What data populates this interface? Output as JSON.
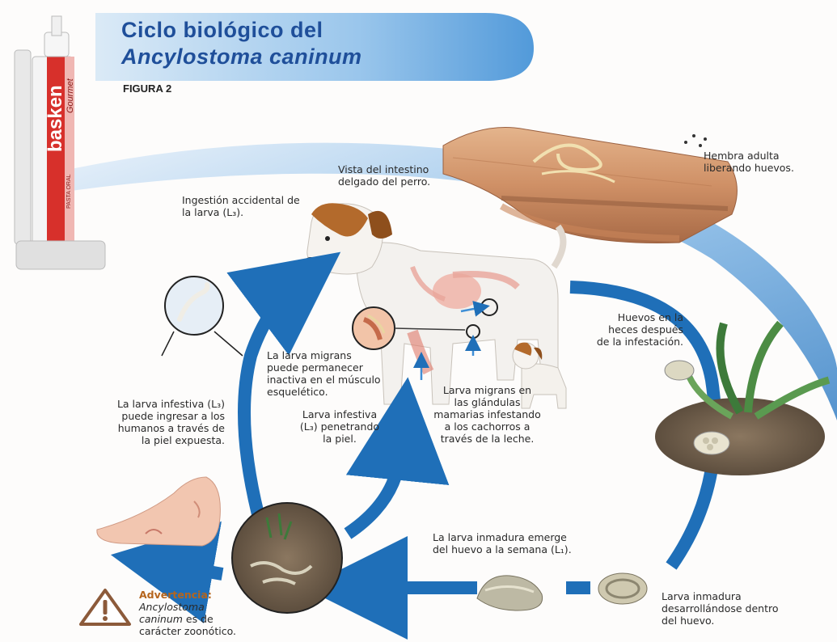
{
  "title": {
    "line1": "Ciclo biológico del",
    "line2": "Ancylostoma caninum",
    "figure_label": "FIGURA 2"
  },
  "product": {
    "brand": "basken",
    "sub_brand": "Gourmet",
    "type": "PASTA ORAL"
  },
  "labels": {
    "intestine_view": "Vista del intestino\ndelgado del perro.",
    "adult_female": "Hembra adulta\nliberando huevos.",
    "ingestion": "Ingestión accidental de\nla larva (L₃).",
    "eggs_feces": "Huevos en la\nheces después\nde la infestación.",
    "larva_migrans_muscle": "La larva migrans\npuede permanecer\ninactiva en el músculo\nesquelético.",
    "larva_migrans_mammary": "Larva migrans en\nlas glándulas\nmamarias infestando\na los cachorros a\ntravés de la leche.",
    "infective_human": "La larva infestiva (L₃)\npuede ingresar a los\nhumanos a través de\nla piel expuesta.",
    "infective_skin": "Larva infestiva\n(L₃) penetrando\nla piel.",
    "immature_emerges": "La larva inmadura emerge\ndel huevo a la semana (L₁).",
    "immature_developing": "Larva inmadura\ndesarrollándose dentro\ndel huevo."
  },
  "warning": {
    "title": "Advertencia:",
    "species": "Ancylostoma\ncaninum",
    "text": " es de\ncarácter zoonótico."
  },
  "colors": {
    "arrow_blue": "#1f6fb8",
    "title_blue": "#1f4f9a",
    "warning_orange": "#b5651d"
  }
}
